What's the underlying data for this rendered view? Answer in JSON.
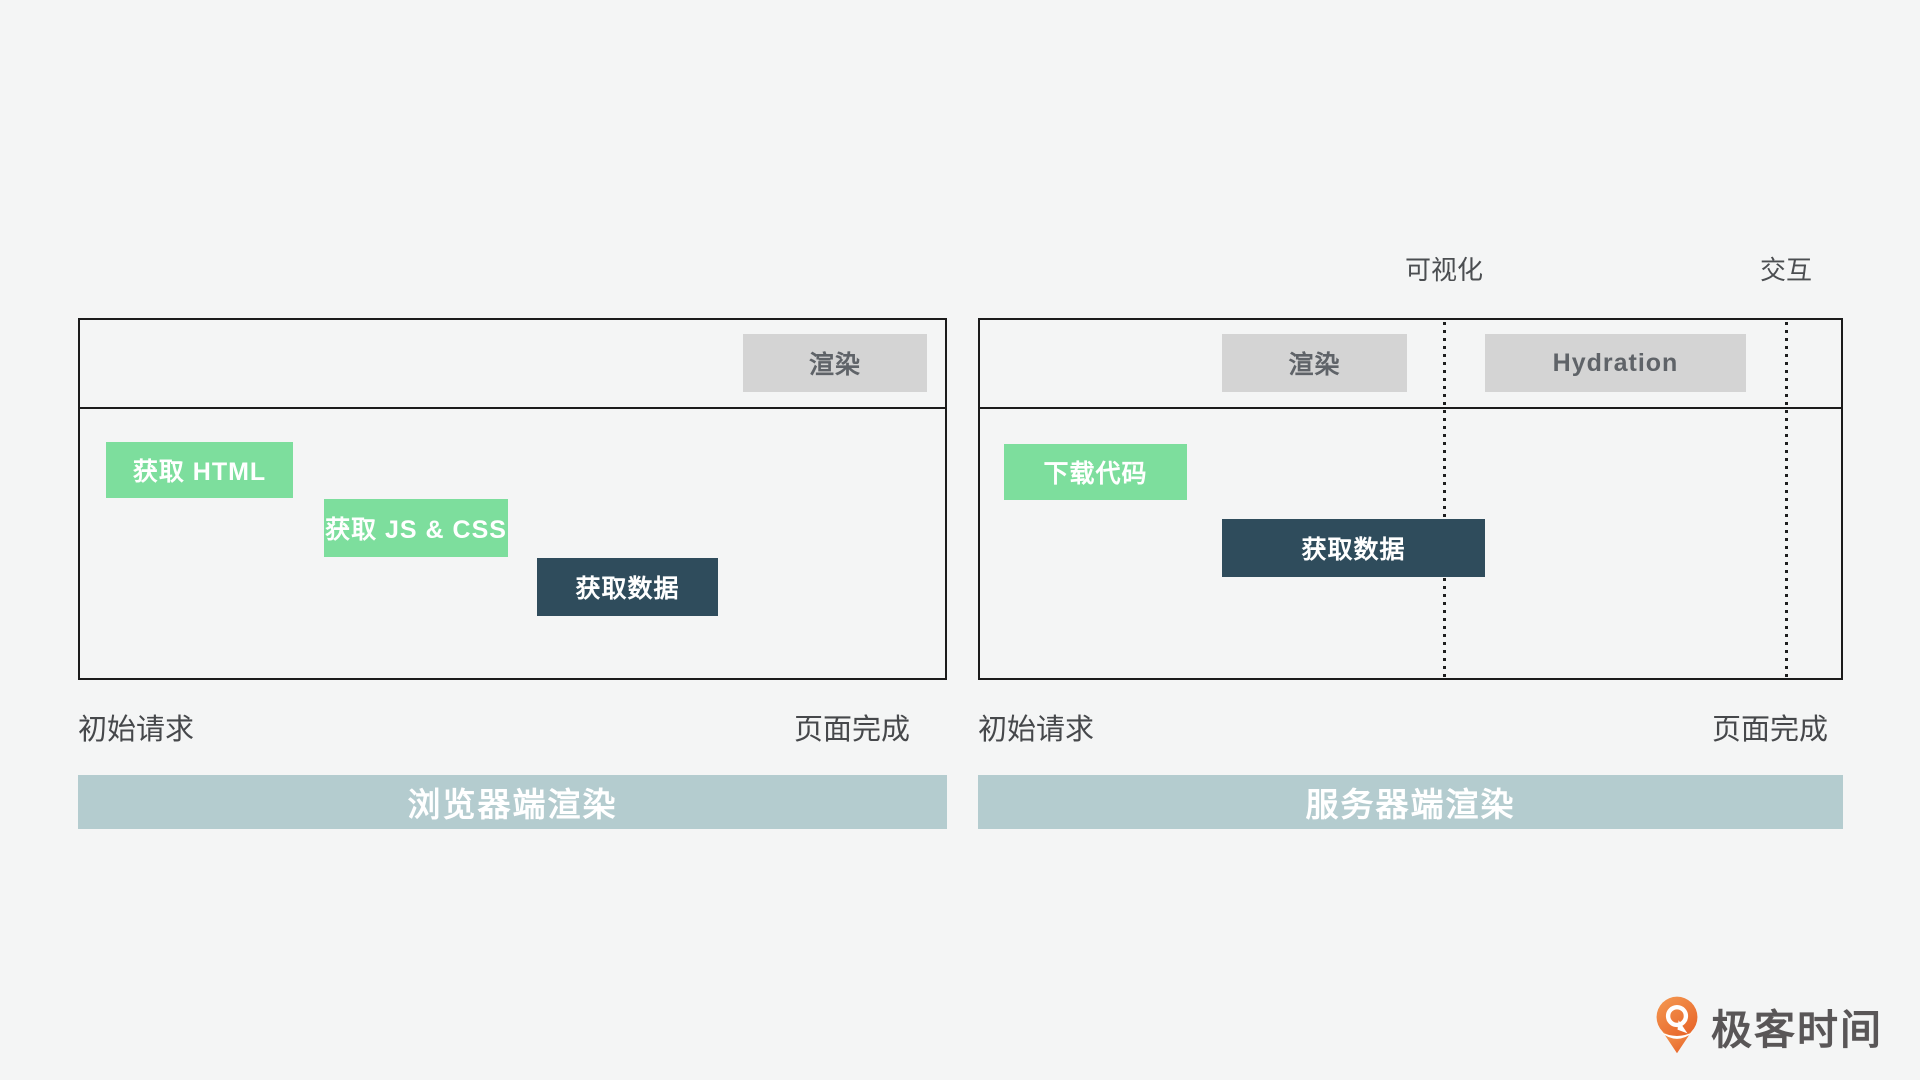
{
  "colors": {
    "background": "#f4f5f5",
    "bar-green": "#7dde9d",
    "bar-dark": "#2f4c5c",
    "bar-gray": "#d4d4d4",
    "footer-bar": "#b4cccf",
    "border": "#1b1b1b",
    "label-text": "#46484b",
    "gray-bar-text": "#5f6368",
    "logo-orange": "#ec6f2d",
    "logo-text-color": "#595657"
  },
  "csr": {
    "title": "浏览器端渲染",
    "start_label": "初始请求",
    "end_label": "页面完成",
    "render_bars": [
      {
        "label": "渲染"
      }
    ],
    "task_bars": [
      {
        "label": "获取 HTML"
      },
      {
        "label": "获取 JS & CSS"
      },
      {
        "label": "获取数据"
      }
    ]
  },
  "ssr": {
    "title": "服务器端渲染",
    "start_label": "初始请求",
    "end_label": "页面完成",
    "milestones": [
      {
        "label": "可视化"
      },
      {
        "label": "交互"
      }
    ],
    "render_bars": [
      {
        "label": "渲染"
      },
      {
        "label": "Hydration"
      }
    ],
    "task_bars": [
      {
        "label": "下载代码"
      },
      {
        "label": "获取数据"
      }
    ]
  },
  "logo": {
    "text": "极客时间"
  }
}
